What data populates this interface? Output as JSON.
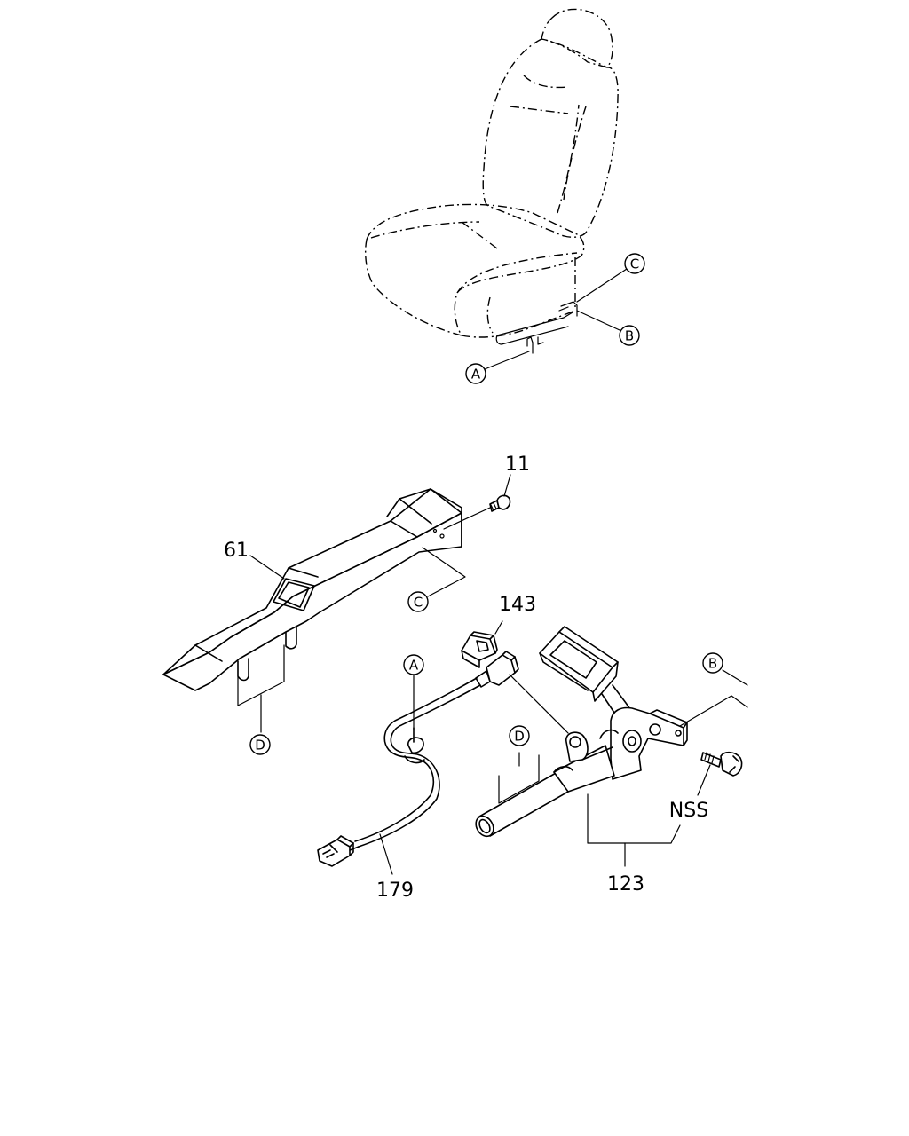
{
  "callouts": {
    "part_11": "11",
    "part_61": "61",
    "part_143": "143",
    "part_179": "179",
    "part_123": "123",
    "nss": "NSS"
  },
  "reference_markers": {
    "seat_A": "A",
    "seat_B": "B",
    "seat_C": "C",
    "rail_C": "C",
    "rail_D": "D",
    "harness_A": "A",
    "buckle_D": "D",
    "buckle_B": "B"
  }
}
